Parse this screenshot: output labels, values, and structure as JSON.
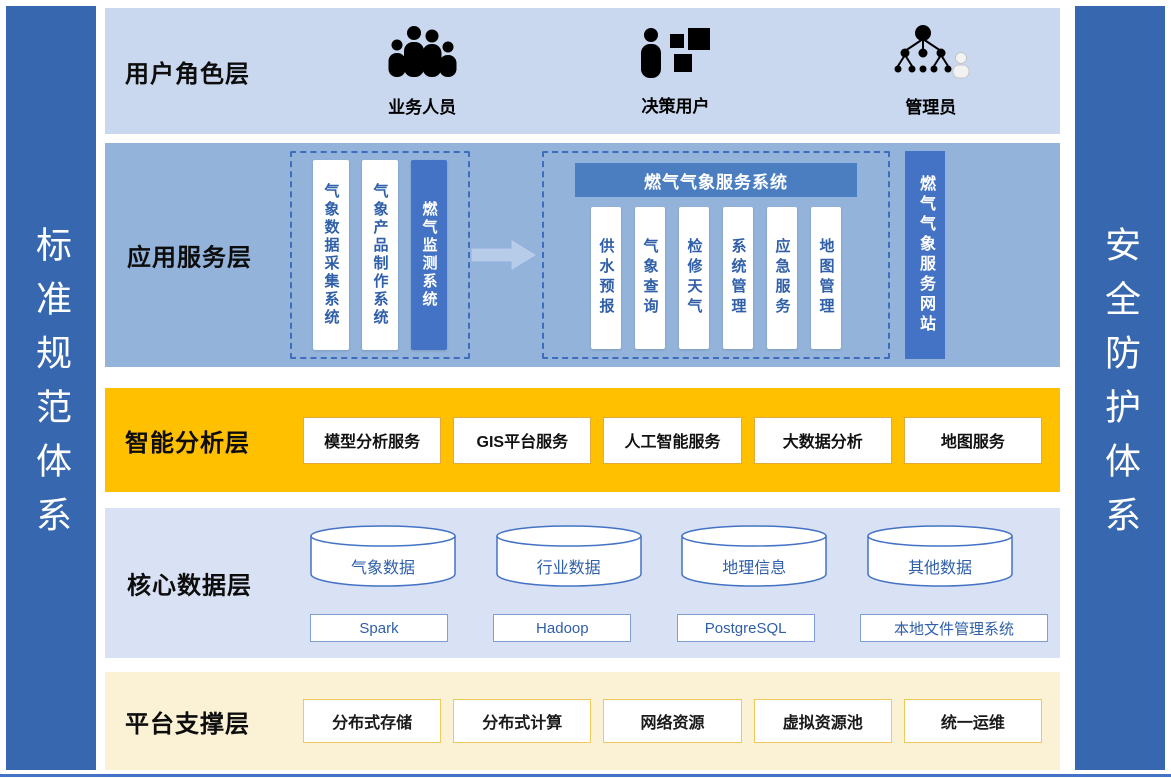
{
  "colors": {
    "pillar_blue": "#3767AE",
    "accent_blue": "#4472C4",
    "user_layer_bg": "#C9D8EF",
    "app_layer_bg": "#93B3DB",
    "analysis_layer_bg": "#FFC000",
    "data_layer_bg": "#D9E1F4",
    "platform_layer_bg": "#FBF2D5"
  },
  "left_pillar": {
    "label": "标准规范体系"
  },
  "right_pillar": {
    "label": "安全防护体系"
  },
  "user_role_layer": {
    "title": "用户角色层",
    "roles": [
      {
        "label": "业务人员",
        "icon": "business-users-icon"
      },
      {
        "label": "决策用户",
        "icon": "decision-user-icon"
      },
      {
        "label": "管理员",
        "icon": "admin-icon"
      }
    ]
  },
  "app_service_layer": {
    "title": "应用服务层",
    "source_systems": [
      {
        "label": "气象数据采集系统"
      },
      {
        "label": "气象产品制作系统"
      },
      {
        "label": "燃气监测系统"
      }
    ],
    "service_system": {
      "header": "燃气气象服务系统",
      "modules": [
        "供水预报",
        "气象查询",
        "检修天气",
        "系统管理",
        "应急服务",
        "地图管理"
      ]
    },
    "website": {
      "label": "燃气气象服务网站"
    }
  },
  "analysis_layer": {
    "title": "智能分析层",
    "services": [
      "模型分析服务",
      "GIS平台服务",
      "人工智能服务",
      "大数据分析",
      "地图服务"
    ]
  },
  "data_layer": {
    "title": "核心数据层",
    "databases": [
      "气象数据",
      "行业数据",
      "地理信息",
      "其他数据"
    ],
    "platforms": [
      "Spark",
      "Hadoop",
      "PostgreSQL",
      "本地文件管理系统"
    ]
  },
  "platform_layer": {
    "title": "平台支撑层",
    "items": [
      "分布式存储",
      "分布式计算",
      "网络资源",
      "虚拟资源池",
      "统一运维"
    ]
  }
}
